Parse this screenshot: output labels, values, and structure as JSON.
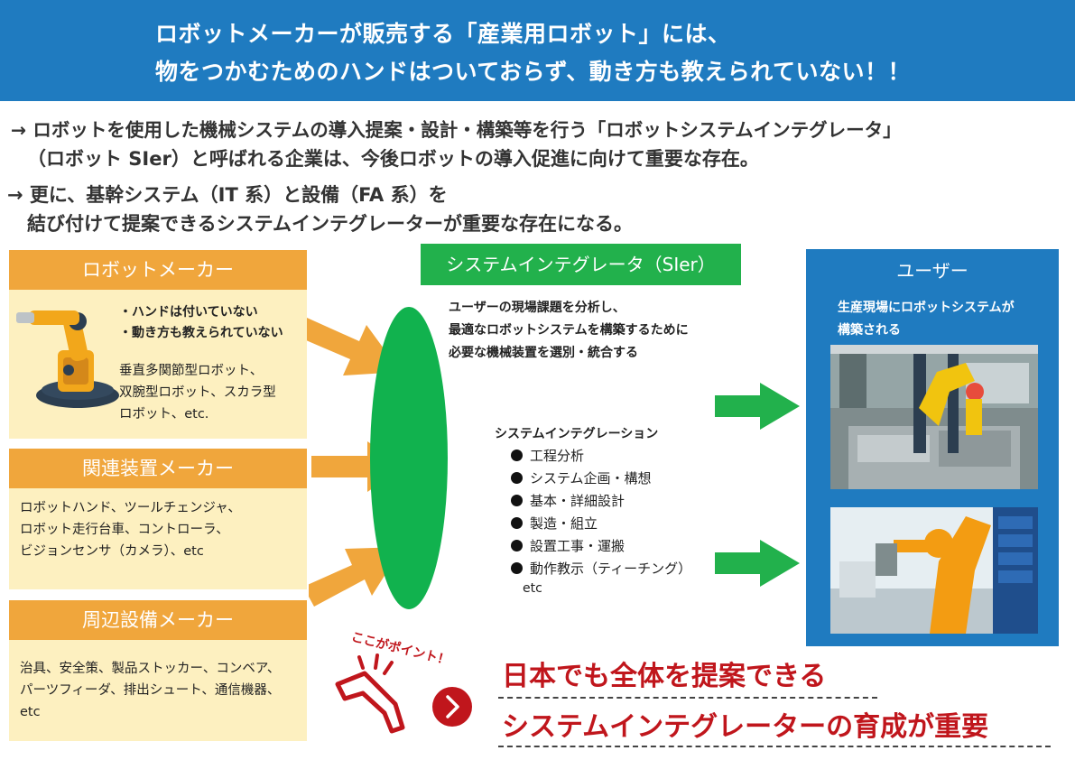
{
  "banner": {
    "line1": "ロボットメーカーが販売する「産業用ロボット」には、",
    "line2": "物をつかむためのハンドはついておらず、動き方も教えられていない！！"
  },
  "points": {
    "p1_line1": "→ ロボットを使用した機械システムの導入提案・設計・構築等を行う「ロボットシステムインテグレータ」",
    "p1_line2": "（ロボット SIer）と呼ばれる企業は、今後ロボットの導入促進に向けて重要な存在。",
    "p2_line1": "→ 更に、基幹システム（IT 系）と設備（FA 系）を",
    "p2_line2": "結び付けて提案できるシステムインテグレーターが重要な存在になる。"
  },
  "makers": {
    "robot": {
      "title": "ロボットメーカー",
      "bullet1": "・ハンドは付いていない",
      "bullet2": "・動き方も教えられていない",
      "desc1": "垂直多関節型ロボット、",
      "desc2": "双腕型ロボット、スカラ型",
      "desc3": "ロボット、etc."
    },
    "equipment": {
      "title": "関連装置メーカー",
      "desc1": "ロボットハンド、ツールチェンジャ、",
      "desc2": "ロボット走行台車、コントローラ、",
      "desc3": "ビジョンセンサ（カメラ）、etc"
    },
    "peripheral": {
      "title": "周辺設備メーカー",
      "desc1": "治具、安全策、製品ストッカー、コンベア、",
      "desc2": "パーツフィーダ、排出シュート、通信機器、",
      "desc3": "etc"
    }
  },
  "integrator": {
    "title": "システムインテグレータ（SIer）",
    "desc1": "ユーザーの現場課題を分析し、",
    "desc2": "最適なロボットシステムを構築するために",
    "desc3": "必要な機械装置を選別・統合する",
    "steps_title": "システムインテグレーション",
    "steps": [
      "工程分析",
      "システム企画・構想",
      "基本・詳細設計",
      "製造・組立",
      "設置工事・運搬",
      "動作教示（ティーチング）"
    ],
    "steps_etc": "etc"
  },
  "user": {
    "title": "ユーザー",
    "desc1": "生産現場にロボットシステムが",
    "desc2": "構築される"
  },
  "conclusion": {
    "tag": "ここがポイント！",
    "line1": "日本でも全体を提案できる",
    "line2": "システムインテグレーターの育成が重要"
  },
  "colors": {
    "banner": "#1f7bc0",
    "maker_header": "#f0a63c",
    "maker_body": "#fdf0c0",
    "integrator": "#22b14c",
    "highlight": "#c0161c"
  }
}
